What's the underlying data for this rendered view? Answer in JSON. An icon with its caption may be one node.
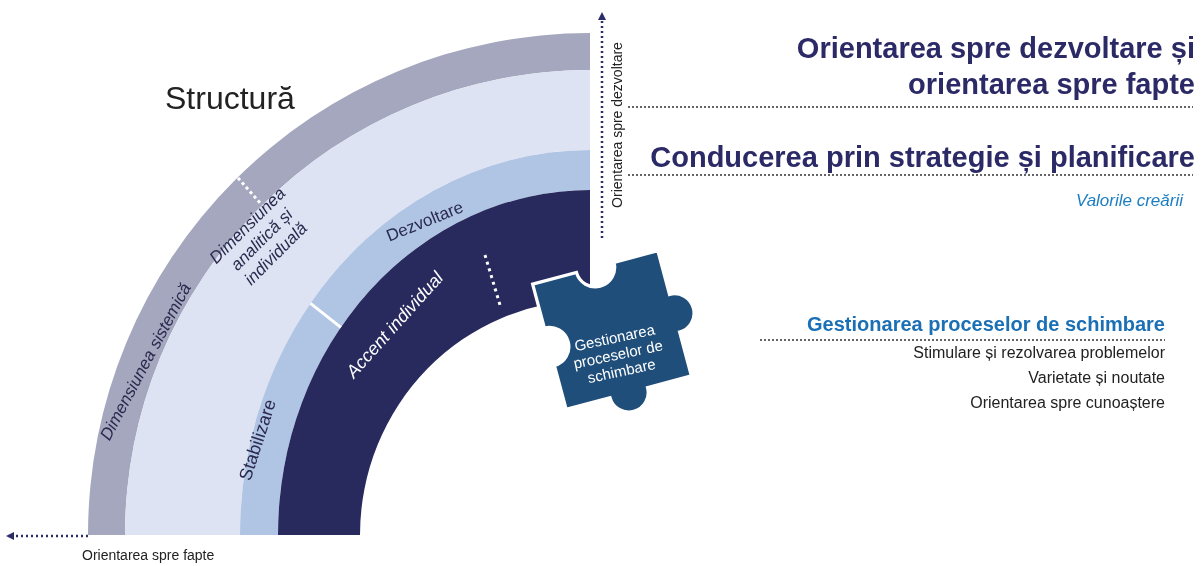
{
  "diagram": {
    "nodes": [
      {
        "text": [
          "Dimensiunea sistemică"
        ]
      },
      {
        "text": [
          "Dimensiunea analitică și individuală"
        ]
      },
      {
        "text": [
          "Dezvoltare"
        ]
      },
      {
        "text": [
          "Stabilizare"
        ]
      },
      {
        "text": [
          "Accent individual"
        ]
      },
      {
        "text": [
          "Gestionarea proceselor de schimbare"
        ]
      }
    ],
    "labels": [
      "Structură",
      "Orientarea spre dezvoltare",
      "Orientarea spre fapte",
      "Orientarea spre dezvoltare și orientarea spre fapte",
      "Conducerea prin strategie și planificare",
      "Valorile creării",
      "Gestionarea proceselor de schimbare",
      "Stimulare și rezolvarea problemelor",
      "Varietate și noutate",
      "Orientarea spre cunoaștere"
    ]
  }
}
